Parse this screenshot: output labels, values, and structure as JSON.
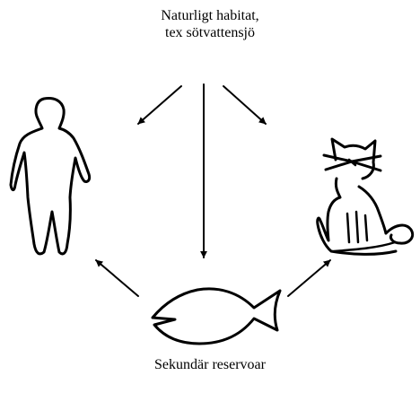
{
  "labels": {
    "top_line1": "Naturligt habitat,",
    "top_line2": "tex sötvattensjö",
    "bottom": "Sekundär reservoar"
  },
  "icons": {
    "human": "human-figure-icon",
    "cat": "cat-icon",
    "fish": "fish-icon"
  },
  "colors": {
    "ink": "#000000",
    "background": "#ffffff"
  }
}
